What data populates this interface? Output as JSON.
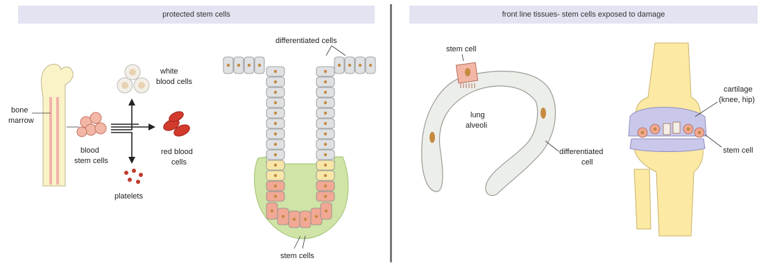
{
  "left_panel": {
    "title": "protected stem cells",
    "labels": {
      "bone": "bone",
      "marrow": "marrow",
      "blood": "blood",
      "stem_cells": "stem cells",
      "white": "white",
      "blood_cells": "blood cells",
      "red_blood": "red blood",
      "cells": "cells",
      "platelets": "platelets",
      "differentiated_cells": "differentiated cells",
      "crypt_stem_cells": "stem cells"
    }
  },
  "right_panel": {
    "title": "front line tissues- stem cells exposed to damage",
    "labels": {
      "stem_cell_top": "stem cell",
      "lung": "lung",
      "alveoli": "alveoli",
      "differentiated": "differentiated",
      "cell": "cell",
      "cartilage": "cartilage",
      "knee_hip": "(knee, hip)",
      "stem_cell_knee": "stem cell"
    }
  },
  "colors": {
    "header_bg": "#e3e3f2",
    "bone": "#faf3c8",
    "marrow_stripe": "#f2b2a8",
    "stem_cell_pink": "#f3b7a8",
    "red_cell": "#d23a2e",
    "platelet": "#c0392b",
    "white_cell": "#f4efe6",
    "gray_cell": "#dfe1e3",
    "yellow_cell": "#f7e6a8",
    "salmon_cell": "#f1a894",
    "green_tissue": "#cfe4a6",
    "nucleus": "#c48a3f",
    "lung_fill": "#eceeea",
    "cartilage": "#c9c8ea",
    "knee_bone": "#fbe9a4"
  }
}
